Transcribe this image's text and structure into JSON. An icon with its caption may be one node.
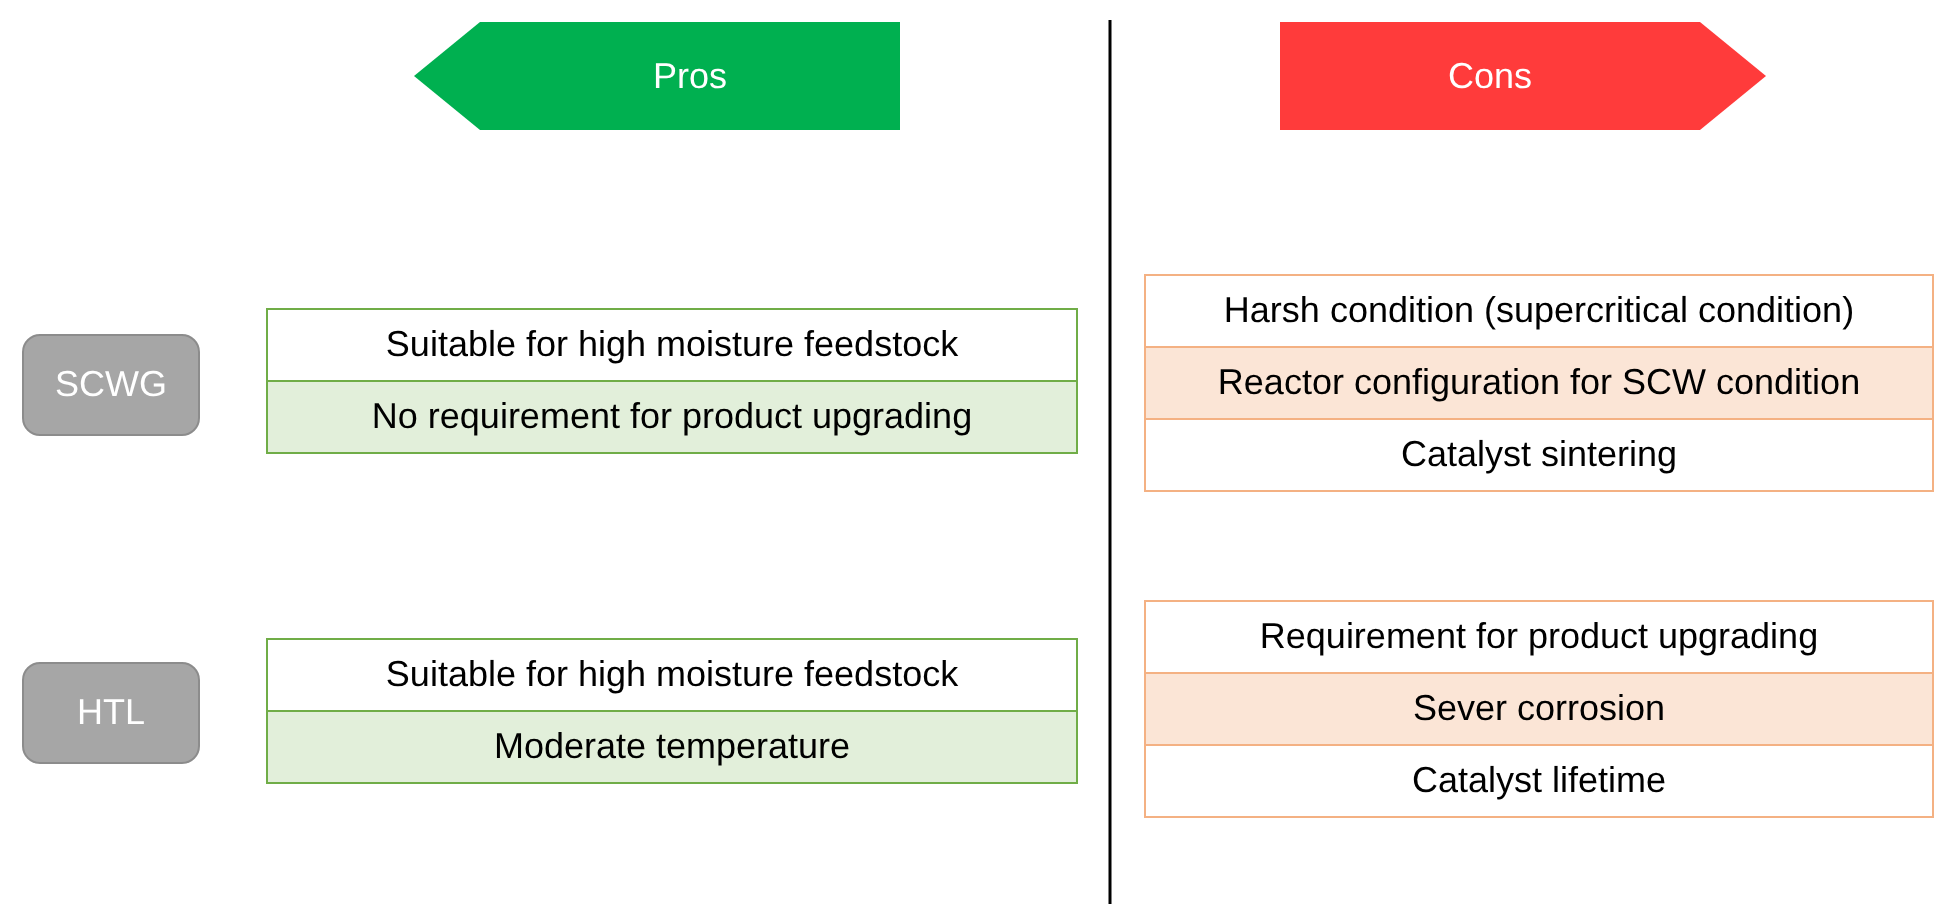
{
  "diagram": {
    "nodes": [
      {
        "text": [
          "Pros"
        ]
      },
      {
        "text": [
          "Cons"
        ]
      },
      {
        "text": [
          "SCWG"
        ]
      },
      {
        "text": [
          "Suitable for high moisture feedstock"
        ]
      },
      {
        "text": [
          "No requirement for product upgrading"
        ]
      },
      {
        "text": [
          "Harsh condition (supercritical condition)"
        ]
      },
      {
        "text": [
          "Reactor configuration for SCW condition"
        ]
      },
      {
        "text": [
          "Catalyst sintering"
        ]
      },
      {
        "text": [
          "HTL"
        ]
      },
      {
        "text": [
          "Suitable for high moisture feedstock"
        ]
      },
      {
        "text": [
          "Moderate temperature"
        ]
      },
      {
        "text": [
          "Requirement for product upgrading"
        ]
      },
      {
        "text": [
          "Sever corrosion"
        ]
      },
      {
        "text": [
          "Catalyst lifetime"
        ]
      }
    ]
  }
}
